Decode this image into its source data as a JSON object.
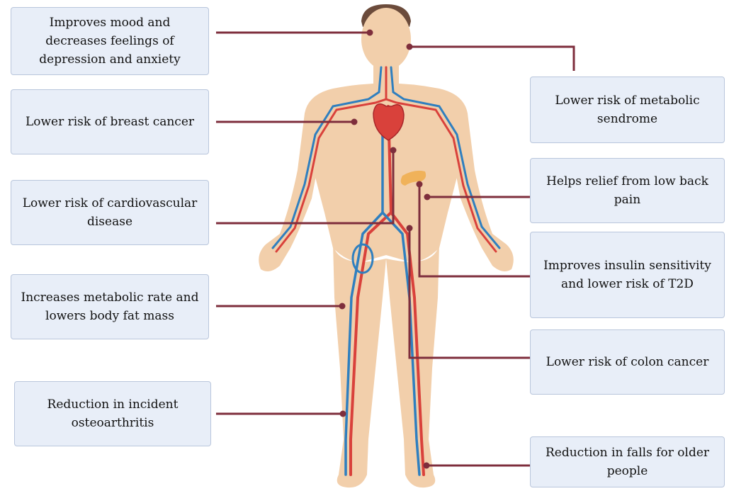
{
  "colors": {
    "skin": "#f2cfab",
    "skin_shade": "#e7b98f",
    "hair": "#6b4b3b",
    "artery": "#d9413b",
    "vein": "#2f7fbf",
    "connector": "#7e2e3c",
    "box_fill": "#e8eef8",
    "box_border": "#b9c6dc"
  },
  "labels": {
    "mood": "Improves mood and\ndecreases feelings of\ndepression and anxiety",
    "breast": "Lower risk of breast cancer",
    "cardio": "Lower risk of cardiovascular\ndisease",
    "metabolic_rate": "Increases metabolic rate and\nlowers body fat mass",
    "osteo": "Reduction in incident\nosteoarthritis",
    "metabolic_syndrome": "Lower risk of metabolic\nsendrome",
    "back_pain": "Helps relief from low back\npain",
    "insulin": "Improves insulin sensitivity\nand lower risk of T2D",
    "colon": "Lower risk of colon cancer",
    "falls": "Reduction in falls for older\npeople"
  }
}
